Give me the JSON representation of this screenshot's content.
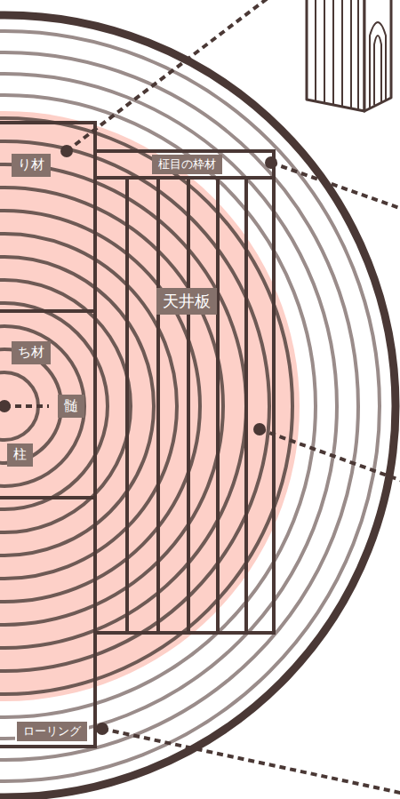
{
  "diagram": {
    "nodes": [
      {
        "text": [
          "り材"
        ]
      },
      {
        "text": [
          "柾目の枠材"
        ]
      },
      {
        "text": [
          "天井板"
        ]
      },
      {
        "text": [
          "ち材"
        ]
      },
      {
        "text": [
          "髄"
        ]
      },
      {
        "text": [
          "柱"
        ]
      },
      {
        "text": [
          "ローリング"
        ]
      }
    ]
  }
}
